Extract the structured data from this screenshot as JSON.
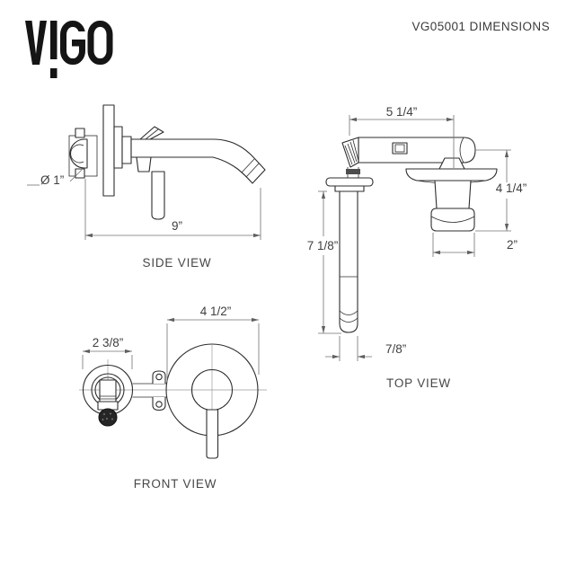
{
  "header": {
    "brand": "VIGO",
    "title": "VG05001 DIMENSIONS"
  },
  "side_view": {
    "label": "SIDE VIEW",
    "dims": {
      "inlet_diameter": "Ø 1”",
      "spout_reach": "9”"
    }
  },
  "top_view": {
    "label": "TOP VIEW",
    "dims": {
      "spout_to_handle": "5 1/4”",
      "handle_projection": "4 1/4”",
      "spout_projection": "7 1/8”",
      "spout_width": "7/8”",
      "handle_width": "2”"
    }
  },
  "front_view": {
    "label": "FRONT VIEW",
    "dims": {
      "spout_plate_diameter": "2 3/8”",
      "handle_plate_diameter": "4 1/2”"
    }
  },
  "colors": {
    "line": "#2d2d2d",
    "dim": "#707070",
    "text": "#3f3f3f",
    "background": "#ffffff",
    "logo": "#151515"
  }
}
